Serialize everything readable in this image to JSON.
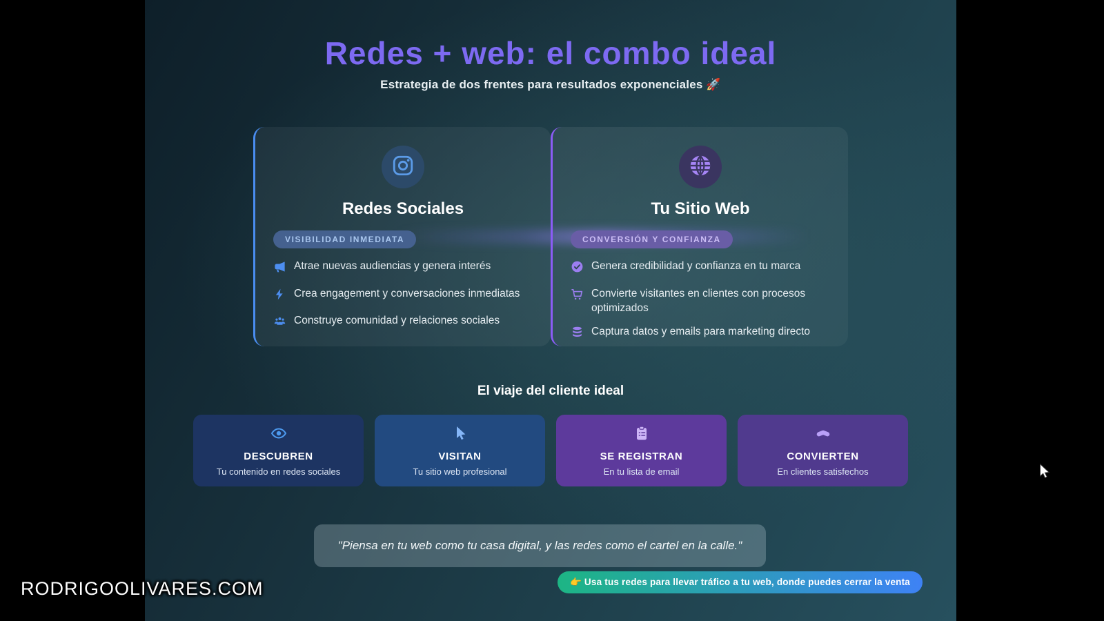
{
  "slide": {
    "title": "Redes + web: el combo ideal",
    "subtitle": "Estrategia de dos frentes para resultados exponenciales 🚀",
    "cards": [
      {
        "icon": "instagram-icon",
        "title": "Redes Sociales",
        "badge": "VISIBILIDAD INMEDIATA",
        "bullets": [
          {
            "icon": "megaphone-icon",
            "text": "Atrae nuevas audiencias y genera interés"
          },
          {
            "icon": "lightning-icon",
            "text": "Crea engagement y conversaciones inmediatas"
          },
          {
            "icon": "users-icon",
            "text": "Construye comunidad y relaciones sociales"
          }
        ]
      },
      {
        "icon": "globe-icon",
        "title": "Tu Sitio Web",
        "badge": "CONVERSIÓN Y CONFIANZA",
        "bullets": [
          {
            "icon": "check-circle-icon",
            "text": "Genera credibilidad y confianza en tu marca"
          },
          {
            "icon": "cart-icon",
            "text": "Convierte visitantes en clientes con procesos optimizados"
          },
          {
            "icon": "database-icon",
            "text": "Captura datos y emails para marketing directo"
          }
        ]
      }
    ],
    "journey": {
      "title": "El viaje del cliente ideal",
      "steps": [
        {
          "icon": "eye-icon",
          "label": "DESCUBREN",
          "description": "Tu contenido en redes sociales"
        },
        {
          "icon": "cursor-icon",
          "label": "VISITAN",
          "description": "Tu sitio web profesional"
        },
        {
          "icon": "clipboard-icon",
          "label": "SE REGISTRAN",
          "description": "En tu lista de email"
        },
        {
          "icon": "handshake-icon",
          "label": "CONVIERTEN",
          "description": "En clientes satisfechos"
        }
      ]
    },
    "quote": "\"Piensa en tu web como tu casa digital, y las redes como el cartel en la calle.\"",
    "footer_pill": "👉 Usa tus redes para llevar tráfico a tu web, donde puedes cerrar la venta"
  },
  "watermark": "RODRIGOOLIVARES.COM",
  "colors": {
    "title": "#7d6af2",
    "social_accent": "#4d8ef0",
    "web_accent": "#9b7ef0",
    "social_badge_bg": "#45618f",
    "web_badge_bg": "#695da6",
    "pill_gradient_start": "#1db584",
    "pill_gradient_end": "#3e82f5",
    "step_colors": [
      "#1d3462",
      "#224a80",
      "#5d3a9c",
      "#503a8e"
    ]
  }
}
